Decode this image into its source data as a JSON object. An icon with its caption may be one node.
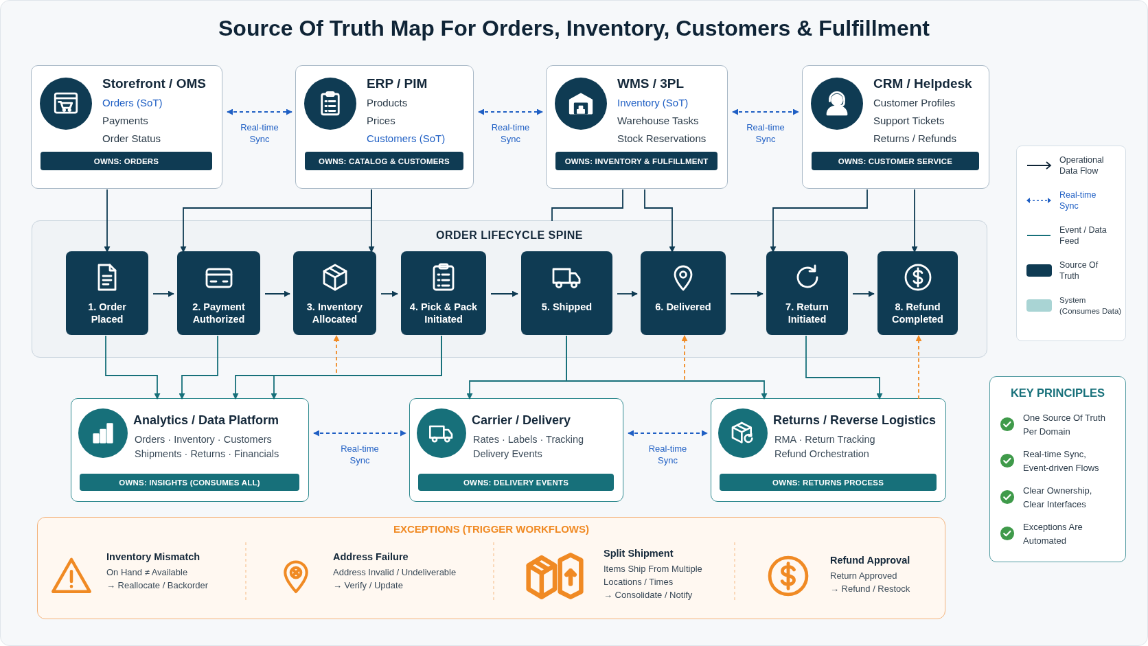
{
  "diagram": {
    "title": "Source Of Truth Map For Orders, Inventory, Customers & Fulfillment",
    "nodes": [
      {
        "text": [
          "Storefront / OMS",
          "Orders (SoT)",
          "Payments",
          "Order Status",
          "OWNS: ORDERS"
        ]
      },
      {
        "text": [
          "ERP / PIM",
          "Products",
          "Prices",
          "Customers (SoT)",
          "OWNS: CATALOG & CUSTOMERS"
        ]
      },
      {
        "text": [
          "WMS / 3PL",
          "Inventory (SoT)",
          "Warehouse Tasks",
          "Stock Reservations",
          "OWNS: INVENTORY & FULFILLMENT"
        ]
      },
      {
        "text": [
          "CRM / Helpdesk",
          "Customer Profiles",
          "Support Tickets",
          "Returns / Refunds",
          "OWNS: CUSTOMER SERVICE"
        ]
      },
      {
        "text": [
          "ORDER LIFECYCLE SPINE"
        ]
      },
      {
        "text": [
          "1. Order Placed"
        ],
        "in": 4
      },
      {
        "text": [
          "2. Payment Authorized"
        ],
        "in": 4
      },
      {
        "text": [
          "3. Inventory Allocated"
        ],
        "in": 4
      },
      {
        "text": [
          "4. Pick & Pack Initiated"
        ],
        "in": 4
      },
      {
        "text": [
          "5. Shipped"
        ],
        "in": 4
      },
      {
        "text": [
          "6. Delivered"
        ],
        "in": 4
      },
      {
        "text": [
          "7. Return Initiated"
        ],
        "in": 4
      },
      {
        "text": [
          "8. Refund Completed"
        ],
        "in": 4
      },
      {
        "text": [
          "Analytics / Data Platform",
          "Orders · Inventory · Customers Shipments · Returns · Financials",
          "OWNS: INSIGHTS (CONSUMES ALL)"
        ]
      },
      {
        "text": [
          "Carrier / Delivery",
          "Rates · Labels · Tracking Delivery Events",
          "OWNS: DELIVERY EVENTS"
        ]
      },
      {
        "text": [
          "Returns / Reverse Logistics",
          "RMA · Return Tracking Refund Orchestration",
          "OWNS: RETURNS PROCESS"
        ]
      },
      {
        "text": [
          "EXCEPTIONS (TRIGGER WORKFLOWS)"
        ]
      },
      {
        "text": [
          "Inventory Mismatch",
          "On Hand ≠ Available",
          "→ Reallocate / Backorder"
        ],
        "in": 16
      },
      {
        "text": [
          "Address Failure",
          "Address Invalid / Undeliverable",
          "→ Verify / Update"
        ],
        "in": 16
      },
      {
        "text": [
          "Split Shipment",
          "Items Ship From Multiple Locations / Times",
          "→ Consolidate / Notify"
        ],
        "in": 16
      },
      {
        "text": [
          "Refund Approval",
          "Return Approved",
          "→ Refund / Restock"
        ],
        "in": 16
      },
      {
        "text": [
          "KEY PRINCIPLES",
          "One Source Of Truth Per Domain",
          "Real-time Sync, Event-driven Flows",
          "Clear Ownership, Clear Interfaces",
          "Exceptions Are Automated"
        ]
      }
    ],
    "edges": [
      {
        "from": 0,
        "to": 1,
        "arrow": "both",
        "label": "Real-time Sync",
        "style": "dashed",
        "color": "#1f5fc4"
      },
      {
        "from": 1,
        "to": 2,
        "arrow": "both",
        "label": "Real-time Sync",
        "style": "dashed",
        "color": "#1f5fc4"
      },
      {
        "from": 2,
        "to": 3,
        "arrow": "both",
        "label": "Real-time Sync",
        "style": "dashed",
        "color": "#1f5fc4"
      },
      {
        "from": 0,
        "to": 5,
        "arrow": "to"
      },
      {
        "from": 1,
        "to": 6,
        "arrow": "to"
      },
      {
        "from": 1,
        "to": 7,
        "arrow": "to"
      },
      {
        "from": 2,
        "to": 4,
        "arrow": "none"
      },
      {
        "from": 2,
        "to": 10,
        "arrow": "to"
      },
      {
        "from": 3,
        "to": 11,
        "arrow": "to"
      },
      {
        "from": 3,
        "to": 12,
        "arrow": "to"
      },
      {
        "from": 5,
        "to": 6,
        "arrow": "to"
      },
      {
        "from": 6,
        "to": 7,
        "arrow": "to"
      },
      {
        "from": 7,
        "to": 8,
        "arrow": "to"
      },
      {
        "from": 8,
        "to": 9,
        "arrow": "to"
      },
      {
        "from": 9,
        "to": 10,
        "arrow": "to"
      },
      {
        "from": 10,
        "to": 11,
        "arrow": "to"
      },
      {
        "from": 11,
        "to": 12,
        "arrow": "to"
      },
      {
        "from": 5,
        "to": 13,
        "arrow": "to",
        "color": "#17707a"
      },
      {
        "from": 6,
        "to": 13,
        "arrow": "to",
        "color": "#17707a"
      },
      {
        "from": 8,
        "to": 13,
        "arrow": "to",
        "color": "#17707a"
      },
      {
        "from": 8,
        "to": 13,
        "arrow": "to",
        "color": "#17707a"
      },
      {
        "from": 9,
        "to": 14,
        "arrow": "to",
        "color": "#17707a"
      },
      {
        "from": 9,
        "to": 15,
        "arrow": "to",
        "color": "#17707a"
      },
      {
        "from": 11,
        "to": 15,
        "arrow": "to",
        "color": "#17707a"
      },
      {
        "from": null,
        "to": 7,
        "arrow": "to",
        "style": "dashed",
        "color": "#f08a24"
      },
      {
        "from": null,
        "to": 10,
        "arrow": "to",
        "style": "dashed",
        "color": "#f08a24"
      },
      {
        "from": 15,
        "to": 12,
        "arrow": "to",
        "style": "dashed",
        "color": "#f08a24"
      },
      {
        "from": 13,
        "to": 14,
        "arrow": "both",
        "label": "Real-time Sync",
        "style": "dashed",
        "color": "#1f5fc4"
      },
      {
        "from": 14,
        "to": 15,
        "arrow": "both",
        "label": "Real-time Sync",
        "style": "dashed",
        "color": "#1f5fc4"
      }
    ],
    "legend": [
      {
        "text": "Operational Data Flow"
      },
      {
        "text": "Real-time Sync"
      },
      {
        "text": "Event / Data Feed"
      },
      {
        "text": "Source Of Truth",
        "color": "#0f3b53"
      },
      {
        "text": "System (Consumes Data)",
        "color": "#a9d4d4"
      }
    ]
  }
}
